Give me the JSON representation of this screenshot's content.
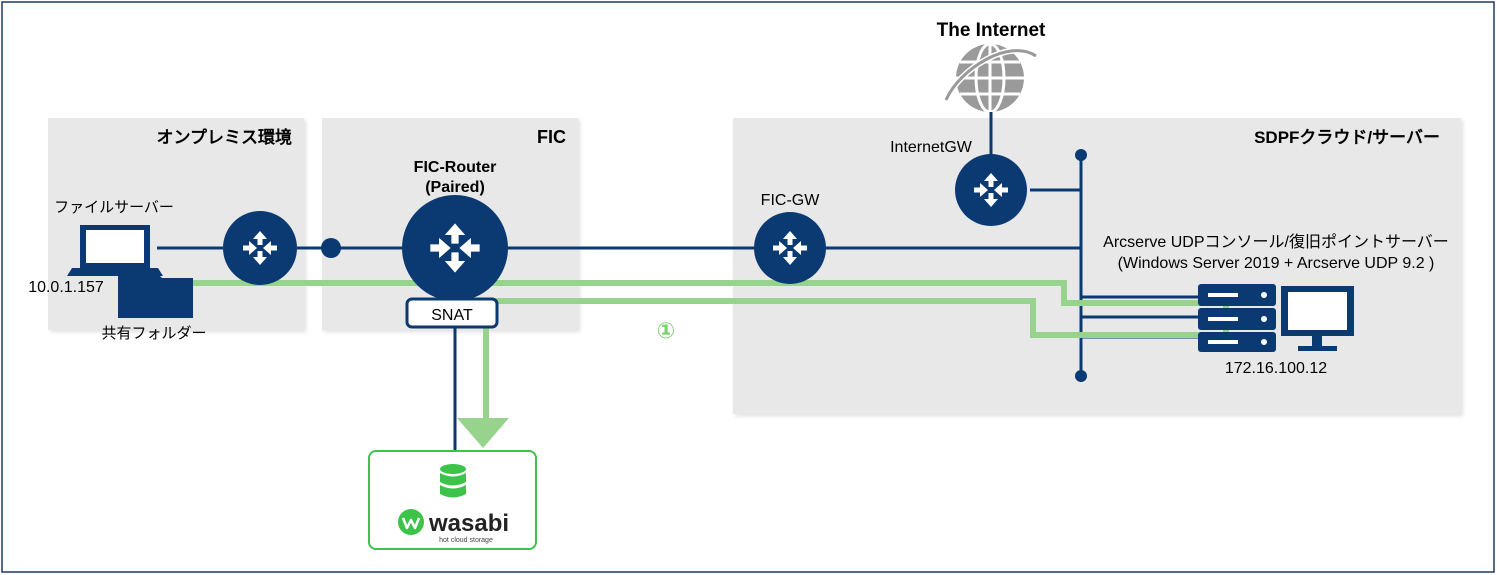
{
  "internet": {
    "label": "The Internet"
  },
  "zones": {
    "onprem": {
      "title": "オンプレミス環境"
    },
    "fic": {
      "title": "FIC"
    },
    "sdpf": {
      "title": "SDPFクラウド/サーバー"
    }
  },
  "onprem": {
    "file_server_label": "ファイルサーバー",
    "ip": "10.0.1.157",
    "shared_folder_label": "共有フォルダー"
  },
  "fic": {
    "router_label_line1": "FIC-Router",
    "router_label_line2": "(Paired)",
    "snat_label": "SNAT"
  },
  "sdpf": {
    "fic_gw_label": "FIC-GW",
    "internet_gw_label": "InternetGW",
    "server_label_line1": "Arcserve UDPコンソール/復旧ポイントサーバー",
    "server_label_line2": "(Windows Server 2019 + Arcserve UDP 9.2 )",
    "server_ip": "172.16.100.12"
  },
  "flow": {
    "step_marker": "①"
  },
  "wasabi": {
    "brand": "wasabi",
    "tagline": "hot cloud storage"
  },
  "colors": {
    "navy": "#0b3a73",
    "green_flow": "#97d38c",
    "zone_bg": "#e8e8e8",
    "wasabi_green": "#3ec34a",
    "border": "#1f3864"
  }
}
